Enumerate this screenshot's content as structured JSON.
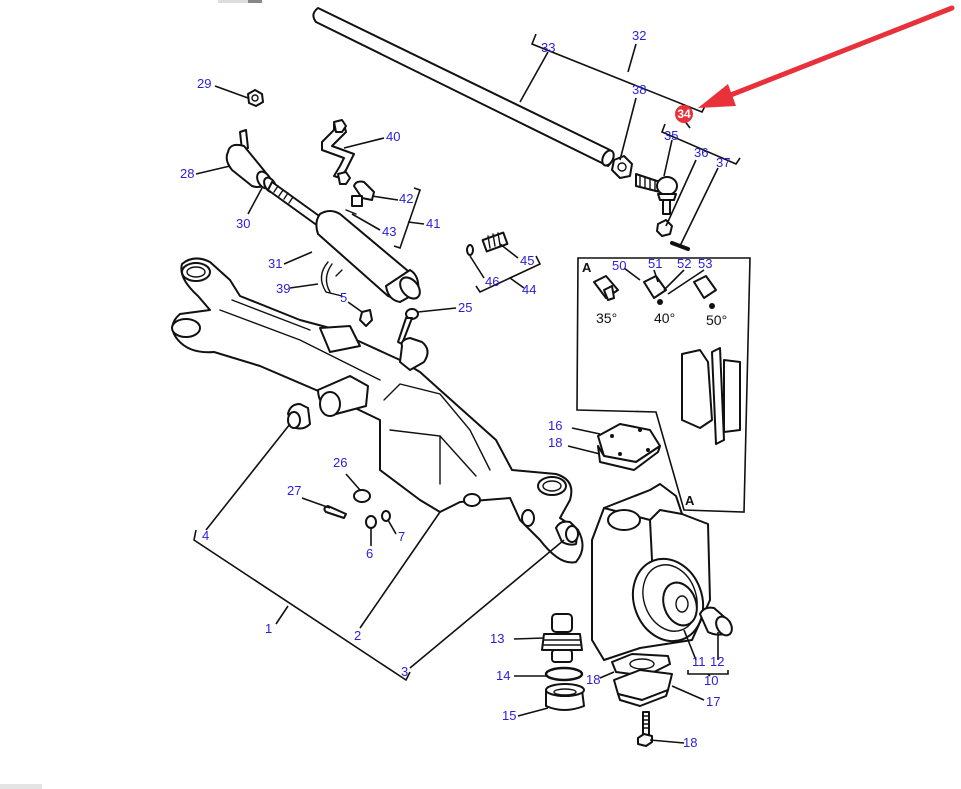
{
  "diagram": {
    "title": "Front axle exploded parts diagram",
    "label_color": "#2a1fd6",
    "line_color": "#111111",
    "highlight_color": "#e8313a",
    "highlighted_part": "34",
    "callouts": {
      "p1": "1",
      "p2": "2",
      "p3": "3",
      "p4": "4",
      "p5": "5",
      "p6": "6",
      "p7": "7",
      "p10": "10",
      "p11": "11",
      "p12": "12",
      "p13": "13",
      "p14": "14",
      "p15": "15",
      "p16": "16",
      "p17": "17",
      "p18a": "18",
      "p18b": "18",
      "p18c": "18",
      "p25": "25",
      "p26": "26",
      "p27": "27",
      "p28": "28",
      "p29": "29",
      "p30": "30",
      "p31": "31",
      "p32": "32",
      "p33": "33",
      "p34": "34",
      "p35": "35",
      "p36": "36",
      "p37": "37",
      "p38": "38",
      "p39": "39",
      "p40": "40",
      "p41": "41",
      "p42": "42",
      "p43": "43",
      "p44": "44",
      "p45": "45",
      "p46": "46",
      "p50": "50",
      "p51": "51",
      "p52": "52",
      "p53": "53"
    },
    "detail_view": {
      "marker": "A",
      "angles": [
        "35°",
        "40°",
        "50°"
      ]
    }
  }
}
